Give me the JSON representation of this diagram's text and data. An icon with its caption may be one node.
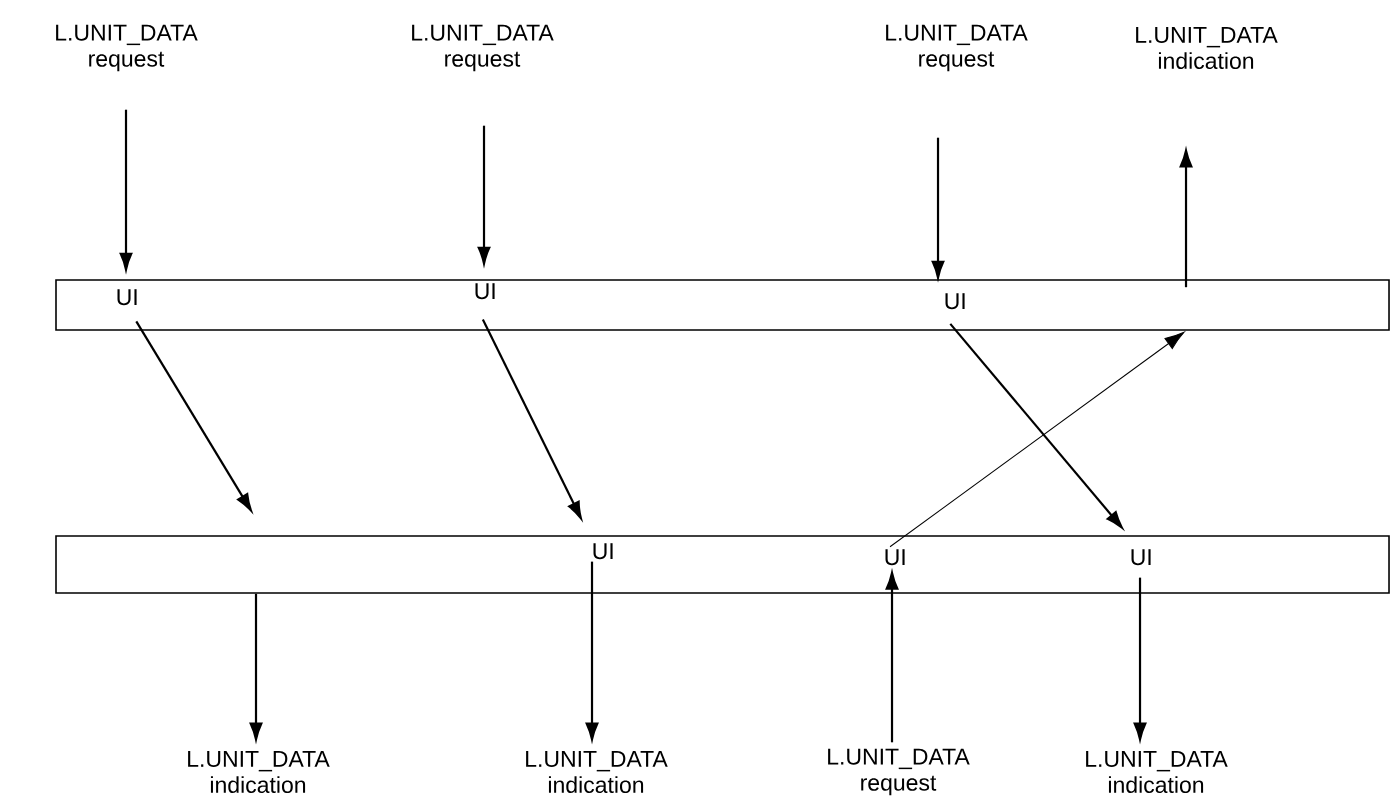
{
  "diagram": {
    "nodes": [
      {
        "text": [
          "L.UNIT_DATA request"
        ]
      },
      {
        "text": [
          "L.UNIT_DATA request"
        ]
      },
      {
        "text": [
          "L.UNIT_DATA request"
        ]
      },
      {
        "text": [
          "L.UNIT_DATA indication"
        ]
      },
      {
        "text": [],
        "shape": "box"
      },
      {
        "text": [
          "UI"
        ],
        "in": 4
      },
      {
        "text": [
          "UI"
        ],
        "in": 4
      },
      {
        "text": [
          "UI"
        ],
        "in": 4
      },
      {
        "text": [],
        "shape": "box"
      },
      {
        "text": [
          "UI"
        ],
        "in": 8
      },
      {
        "text": [
          "UI"
        ],
        "in": 8
      },
      {
        "text": [
          "UI"
        ],
        "in": 8
      },
      {
        "text": [
          "L.UNIT_DATA indication"
        ]
      },
      {
        "text": [
          "L.UNIT_DATA indication"
        ]
      },
      {
        "text": [
          "L.UNIT_DATA request"
        ]
      },
      {
        "text": [
          "L.UNIT_DATA indication"
        ]
      }
    ],
    "edges": [
      {
        "from": 0,
        "to": 5,
        "arrow": "to"
      },
      {
        "from": 1,
        "to": 6,
        "arrow": "to"
      },
      {
        "from": 2,
        "to": 7,
        "arrow": "to"
      },
      {
        "from": 4,
        "to": 3,
        "arrow": "to"
      },
      {
        "from": 5,
        "to": 8,
        "arrow": "to"
      },
      {
        "from": 6,
        "to": 9,
        "arrow": "to"
      },
      {
        "from": 7,
        "to": 11,
        "arrow": "to"
      },
      {
        "from": 10,
        "to": 4,
        "arrow": "to"
      },
      {
        "from": 8,
        "to": 12,
        "arrow": "to"
      },
      {
        "from": 9,
        "to": 13,
        "arrow": "to"
      },
      {
        "from": 14,
        "to": 10,
        "arrow": "to"
      },
      {
        "from": 11,
        "to": 15,
        "arrow": "to"
      }
    ]
  }
}
